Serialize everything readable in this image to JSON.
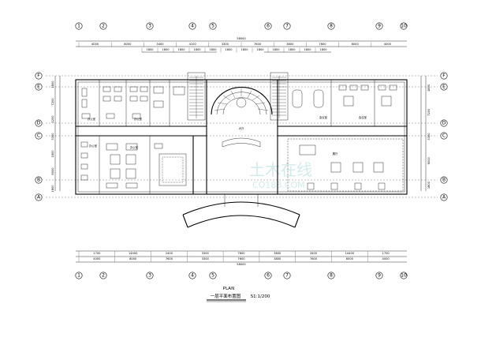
{
  "axes_top": [
    "1",
    "2",
    "3",
    "4",
    "5",
    "6",
    "7",
    "8",
    "9",
    "10"
  ],
  "axes_bottom": [
    "1",
    "2",
    "3",
    "4",
    "5",
    "6",
    "7",
    "8",
    "9",
    "10"
  ],
  "axes_side": [
    "E",
    "D",
    "C",
    "B",
    "A"
  ],
  "dims_top_overall": "58000",
  "dims_top_row1": [
    "4000",
    "8000",
    "3400",
    "4100",
    "3300",
    "7600",
    "3800",
    "7600",
    "6000",
    "4000"
  ],
  "dims_top_row2": [
    "1800",
    "1800",
    "1800",
    "1800",
    "1800",
    "1800",
    "1800",
    "1800",
    "1800",
    "1800",
    "1800",
    "1800"
  ],
  "dims_bottom_row1": [
    "1700",
    "14400",
    "2400",
    "3300",
    "7600",
    "3800",
    "3400",
    "14400",
    "1700"
  ],
  "dims_bottom_row2": [
    "4000",
    "8000",
    "7600",
    "3300",
    "7600",
    "3800",
    "7600",
    "6000",
    "4000"
  ],
  "dims_bottom_overall": "58000",
  "dims_left": [
    "1800",
    "7200",
    "1200",
    "3300",
    "1800",
    "6000",
    "1800"
  ],
  "dims_right": [
    "1800",
    "7200",
    "3300",
    "6000",
    "1800"
  ],
  "rooms": {
    "hall": "大厅",
    "meeting_right": "会议室",
    "office_labels": [
      "办公室",
      "办公室",
      "办公室",
      "办公室",
      "会议室",
      "会议室"
    ],
    "exhibit": "展厅"
  },
  "title": {
    "plan": "PLAN",
    "name": "一层平面布置图",
    "scale": "S1:1/200"
  },
  "watermark": {
    "main": "土木在线",
    "sub": "CO188.COM"
  }
}
